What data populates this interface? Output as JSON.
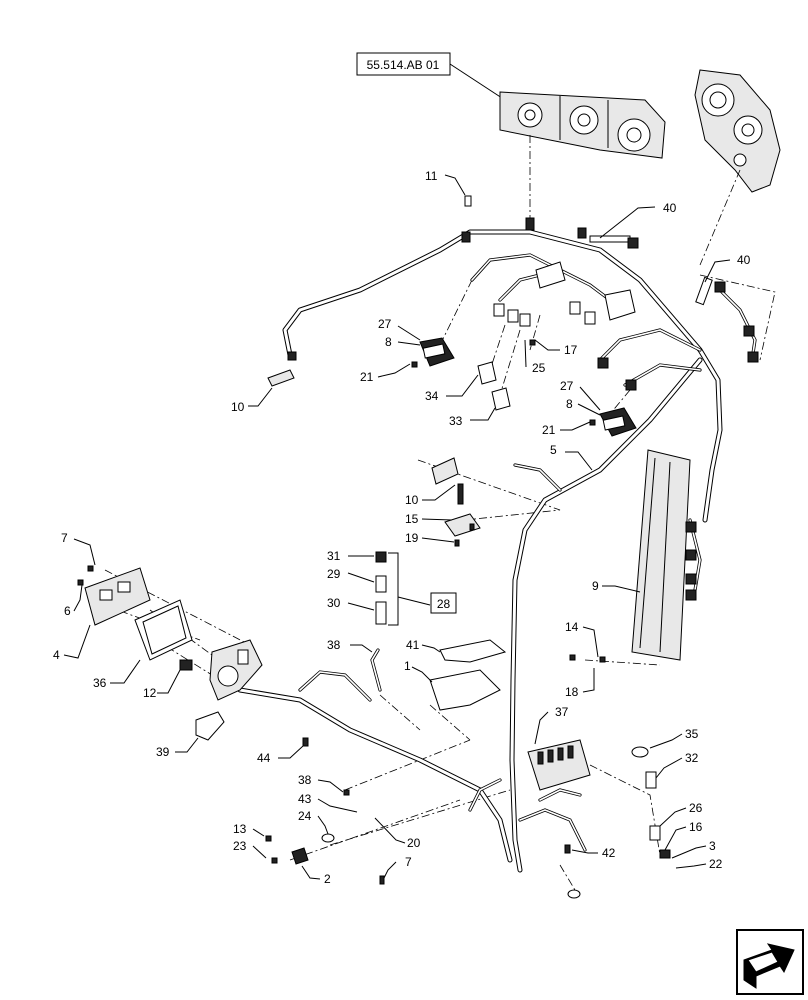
{
  "reference_box": {
    "text": "55.514.AB 01"
  },
  "callouts": {
    "c11": "11",
    "c40a": "40",
    "c40b": "40",
    "c27a": "27",
    "c8a": "8",
    "c21a": "21",
    "c10a": "10",
    "c17": "17",
    "c25": "25",
    "c34": "34",
    "c33": "33",
    "c27b": "27",
    "c8b": "8",
    "c21b": "21",
    "c5": "5",
    "c10b": "10",
    "c15": "15",
    "c19": "19",
    "c9": "9",
    "c7a": "7",
    "c6": "6",
    "c4": "4",
    "c36": "36",
    "c12": "12",
    "c39": "39",
    "c31": "31",
    "c29": "29",
    "c30": "30",
    "c28": "28",
    "c38a": "38",
    "c41": "41",
    "c1": "1",
    "c14": "14",
    "c18": "18",
    "c44": "44",
    "c37": "37",
    "c35": "35",
    "c32": "32",
    "c38b": "38",
    "c43": "43",
    "c24": "24",
    "c20": "20",
    "c26": "26",
    "c16": "16",
    "c3": "3",
    "c22": "22",
    "c13": "13",
    "c23": "23",
    "c2": "2",
    "c7b": "7",
    "c42": "42"
  },
  "nav_icon": {
    "name": "next-page-arrow-icon"
  }
}
